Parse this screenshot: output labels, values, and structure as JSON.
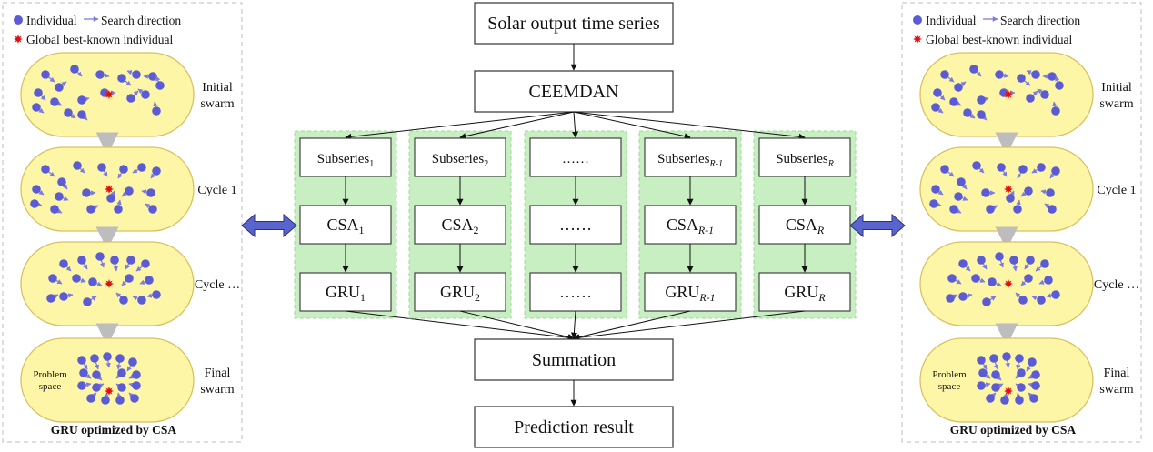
{
  "flow": {
    "input": "Solar output time series",
    "decomposition": "CEEMDAN",
    "combine": "Summation",
    "output": "Prediction result"
  },
  "branches": [
    {
      "sub": "Subseries",
      "sub_idx": "1",
      "sub_it": false,
      "csa": "CSA",
      "csa_idx": "1",
      "csa_it": false,
      "gru": "GRU",
      "gru_idx": "1",
      "gru_it": false
    },
    {
      "sub": "Subseries",
      "sub_idx": "2",
      "sub_it": false,
      "csa": "CSA",
      "csa_idx": "2",
      "csa_it": false,
      "gru": "GRU",
      "gru_idx": "2",
      "gru_it": false
    },
    {
      "sub": "……",
      "sub_idx": "",
      "sub_it": false,
      "csa": "……",
      "csa_idx": "",
      "csa_it": false,
      "gru": "……",
      "gru_idx": "",
      "gru_it": false
    },
    {
      "sub": "Subseries",
      "sub_idx": "R-1",
      "sub_it": true,
      "csa": "CSA",
      "csa_idx": "R-1",
      "csa_it": true,
      "gru": "GRU",
      "gru_idx": "R-1",
      "gru_it": true
    },
    {
      "sub": "Subseries",
      "sub_idx": "R",
      "sub_it": true,
      "csa": "CSA",
      "csa_idx": "R",
      "csa_it": true,
      "gru": "GRU",
      "gru_idx": "R",
      "gru_it": true
    }
  ],
  "panel": {
    "legend_individual": "Individual",
    "legend_direction": "Search direction",
    "legend_best": "Global best-known individual",
    "stages": [
      {
        "line1": "Initial",
        "line2": "swarm"
      },
      {
        "line1": "Cycle 1",
        "line2": ""
      },
      {
        "line1": "Cycle …",
        "line2": ""
      },
      {
        "line1": "Final",
        "line2": "swarm"
      }
    ],
    "problem_space_1": "Problem",
    "problem_space_2": "space",
    "caption": "GRU optimized by CSA"
  },
  "colors": {
    "individual": "#5b5bd6",
    "direction": "#7b7be0",
    "best": "#e01010",
    "capsule_fill": "#fdf6a6",
    "capsule_stroke": "#d9c060",
    "branch_bg": "#c8efc2",
    "double_arrow": "#5a64cf"
  }
}
